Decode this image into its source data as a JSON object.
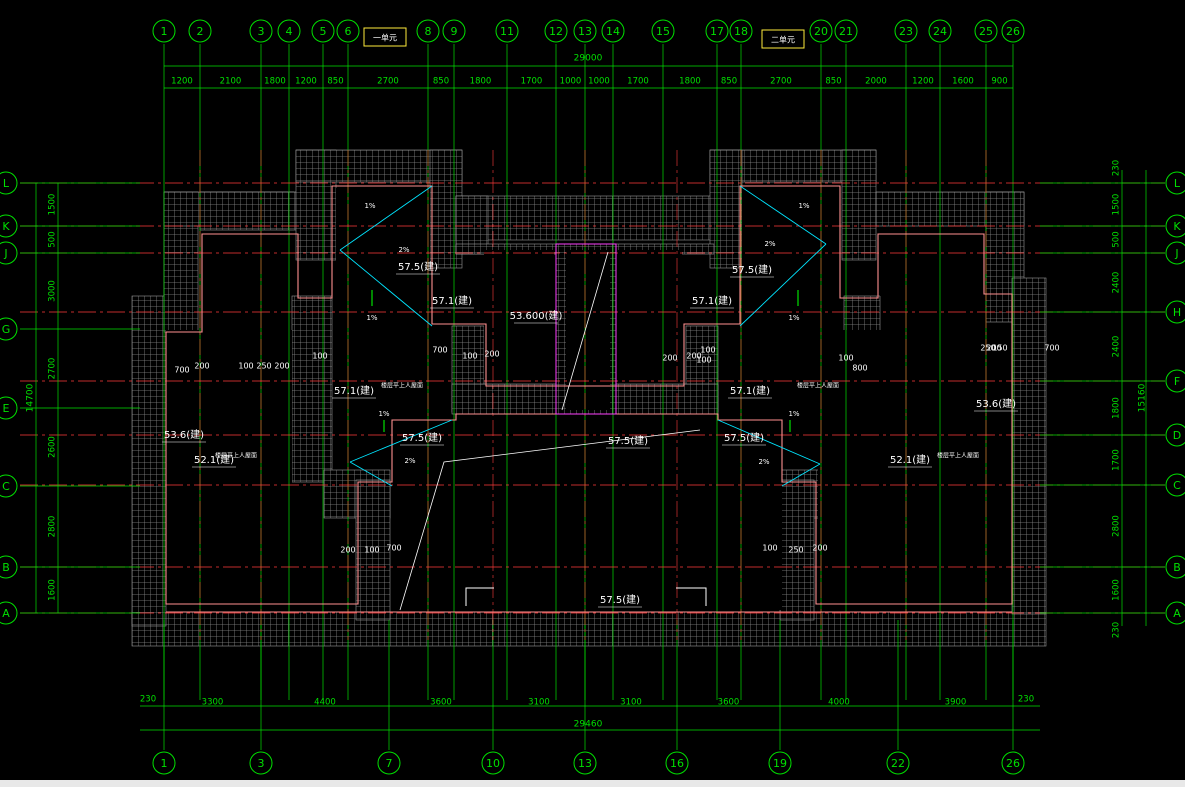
{
  "top_axes": [
    "1",
    "2",
    "3",
    "4",
    "5",
    "6",
    "8",
    "9",
    "11",
    "12",
    "13",
    "14",
    "15",
    "17",
    "18",
    "20",
    "21",
    "23",
    "24",
    "25",
    "26"
  ],
  "bottom_axes": [
    "1",
    "3",
    "7",
    "10",
    "13",
    "16",
    "19",
    "22",
    "26"
  ],
  "row_axes_left": [
    "L",
    "K",
    "J",
    "G",
    "E",
    "C",
    "B",
    "A"
  ],
  "row_axes_right": [
    "L",
    "K",
    "J",
    "H",
    "F",
    "D",
    "C",
    "B",
    "A"
  ],
  "unit_tags": [
    "一单元",
    "二单元"
  ],
  "top_total": "29000",
  "top_dims": [
    "1200",
    "2100",
    "1800",
    "1200",
    "850",
    "2700",
    "850",
    "1800",
    "1700",
    "1000",
    "1000",
    "1700",
    "1800",
    "850",
    "2700",
    "850",
    "2000",
    "1200",
    "1600",
    "900"
  ],
  "bottom_total": "29460",
  "bottom_dims": [
    "230",
    "3300",
    "4400",
    "3600",
    "3100",
    "3100",
    "3600",
    "4000",
    "3900",
    "230"
  ],
  "left_total": "14700",
  "left_dims": [
    "1500",
    "500",
    "3000",
    "2700",
    "2600",
    "2800",
    "1600"
  ],
  "right_total": "15160",
  "right_dims": [
    "230",
    "1500",
    "500",
    "2400",
    "2400",
    "1800",
    "1700",
    "2800",
    "1600",
    "230"
  ],
  "elevation_labels": [
    "57.5(建)",
    "57.5(建)",
    "57.1(建)",
    "57.1(建)",
    "53.600(建)",
    "57.1(建)",
    "57.1(建)",
    "53.6(建)",
    "53.6(建)",
    "52.1(建)",
    "52.1(建)",
    "57.5(建)",
    "57.5(建)",
    "57.5(建)",
    "57.5(建)"
  ],
  "slope_labels": [
    "2%",
    "2%",
    "1%",
    "1%",
    "2%",
    "2%",
    "1%",
    "1%",
    "1%",
    "1%"
  ],
  "note_labels": [
    "楼层平上人屋面",
    "楼层平上人屋面",
    "楼层平上人屋面",
    "楼层平上人屋面"
  ],
  "small_dims": [
    "200",
    "250",
    "100",
    "200",
    "100",
    "700",
    "100",
    "200",
    "700",
    "200",
    "100",
    "700",
    "200",
    "100",
    "250",
    "200",
    "800",
    "100",
    "100",
    "200",
    "100",
    "700",
    "200",
    "150",
    "250"
  ],
  "colors": {
    "grid": "#ff3b3b",
    "dim": "#00e000",
    "hatch": "#7a7a7a",
    "wall": "#ff9090",
    "text": "#ffffff",
    "accent": "#00e5ff"
  }
}
